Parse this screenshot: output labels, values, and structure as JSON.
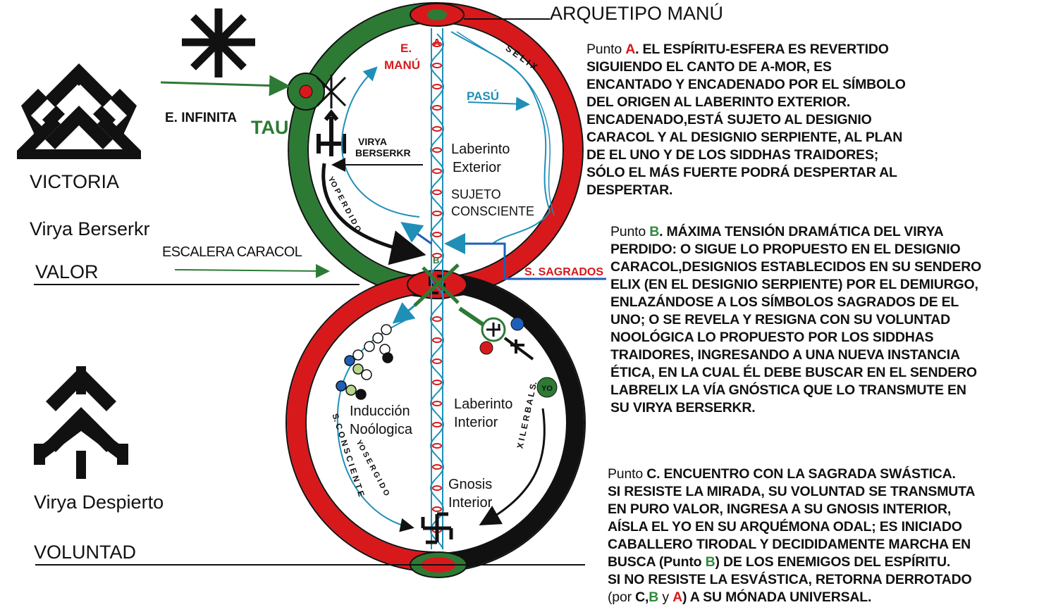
{
  "colors": {
    "red": "#d7191c",
    "green": "#2d7a35",
    "black": "#111111",
    "blue": "#1f8fb8"
  },
  "title": "ARQUETIPO MANÚ",
  "left_labels": {
    "victoria": "VICTORIA",
    "virya_berserkr": "Virya Berserkr",
    "valor": "VALOR",
    "virya_despierto": "Virya Despierto",
    "voluntad": "VOLUNTAD",
    "escalera_caracol": "ESCALERA CARACOL"
  },
  "diagram": {
    "e_infinita": "E. INFINITA",
    "tau": "TAU",
    "e_manu_1": "E.",
    "e_manu_2": "MANÚ",
    "a_mark": "A",
    "pasu": "PASÚ",
    "selix": "S E L I X",
    "virya_berserkr_1": "VIRYA",
    "virya_berserkr_2": "BERSERKR",
    "laberinto_exterior_1": "Laberinto",
    "laberinto_exterior_2": "Exterior",
    "sujeto_1": "SUJETO",
    "sujeto_2": "CONSCIENTE",
    "s_sagrados": "S. SAGRADOS",
    "b_mark": "B",
    "yo_perdido": "YO P E R D I D O",
    "induccion_1": "Inducción",
    "induccion_2": "Noólogica",
    "laberinto_interior_1": "Laberinto",
    "laberinto_interior_2": "Interior",
    "gnosis_1": "Gnosis",
    "gnosis_2": "Interior",
    "s_consciente": "S. C O N S C I E N T E",
    "yo_sergido": "YO S E R G I D O",
    "xilerbal": "X I L E R B A L S.",
    "yo_badge": "YO"
  },
  "punto_a": {
    "prefix": "Punto ",
    "letter": "A",
    "lines": [
      ". EL ESPÍRITU-ESFERA ES REVERTIDO",
      "SIGUIENDO EL CANTO DE A-MOR, ES",
      "ENCANTADO Y ENCADENADO POR EL SÍMBOLO",
      "DEL ORIGEN AL LABERINTO EXTERIOR.",
      "ENCADENADO,ESTÁ SUJETO AL DESIGNIO",
      "CARACOL Y AL DESIGNIO SERPIENTE, AL PLAN",
      "DE EL UNO Y DE LOS SIDDHAS TRAIDORES;",
      "SÓLO EL MÁS FUERTE PODRÁ DESPERTAR AL",
      "DESPERTAR."
    ]
  },
  "punto_b": {
    "prefix": "Punto ",
    "letter": "B",
    "lines": [
      ". MÁXIMA TENSIÓN DRAMÁTICA DEL VIRYA",
      "PERDIDO: O SIGUE LO PROPUESTO EN EL DESIGNIO",
      "CARACOL,DESIGNIOS ESTABLECIDOS EN SU SENDERO",
      "ELIX (EN EL DESIGNIO SERPIENTE) POR EL DEMIURGO,",
      "ENLAZÁNDOSE A LOS SÍMBOLOS SAGRADOS DE EL",
      "UNO; O SE REVELA Y RESIGNA CON SU VOLUNTAD",
      "NOOLÓGICA LO PROPUESTO POR LOS SIDDHAS",
      "TRAIDORES, INGRESANDO A UNA NUEVA INSTANCIA",
      "ÉTICA, EN LA CUAL ÉL DEBE BUSCAR EN EL SENDERO",
      "LABRELIX LA VÍA GNÓSTICA QUE LO TRANSMUTE EN",
      "SU VIRYA BERSERKR."
    ]
  },
  "punto_c": {
    "prefix": "Punto ",
    "letter": "C",
    "line1_rest": ". ENCUENTRO CON LA SAGRADA SWÁSTICA.",
    "lines": [
      "SI RESISTE LA MIRADA, SU VOLUNTAD SE TRANSMUTA",
      "EN PURO VALOR, INGRESA A SU GNOSIS INTERIOR,",
      "AÍSLA EL YO EN SU ARQUÉMONA ODAL; ES INICIADO",
      "CABALLERO TIRODAL Y DECIDIDAMENTE MARCHA EN"
    ],
    "busca_1": "BUSCA (Punto ",
    "busca_b": "B",
    "busca_2": ") DE LOS ENEMIGOS DEL ESPÍRITU.",
    "line_resiste": "SI NO RESISTE LA ESVÁSTICA, RETORNA DERROTADO",
    "por_1": "(por ",
    "por_c": "C",
    "por_comma": ",",
    "por_b": "B",
    "por_y": " y ",
    "por_a": "A",
    "por_2": ") A SU MÓNADA UNIVERSAL."
  }
}
